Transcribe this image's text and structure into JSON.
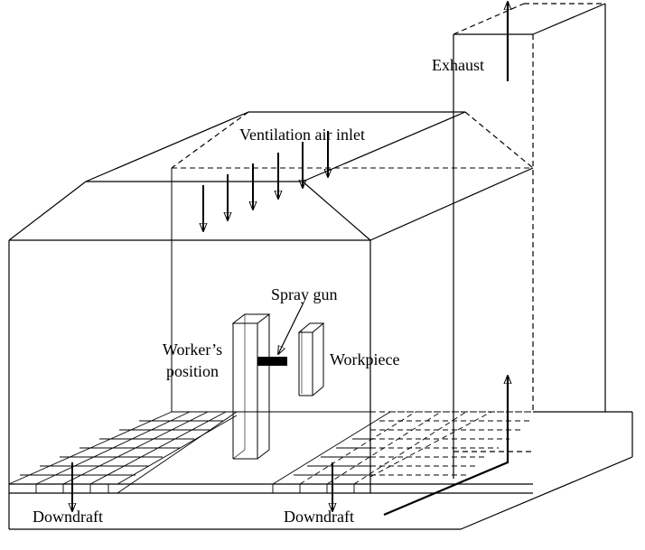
{
  "labels": {
    "exhaust": "Exhaust",
    "ventilation_inlet": "Ventilation air inlet",
    "spray_gun": "Spray gun",
    "worker_line1": "Worker’s",
    "worker_line2": "position",
    "workpiece": "Workpiece",
    "downdraft_left": "Downdraft",
    "downdraft_right": "Downdraft"
  },
  "colors": {
    "stroke": "#000000",
    "background": "#ffffff"
  }
}
